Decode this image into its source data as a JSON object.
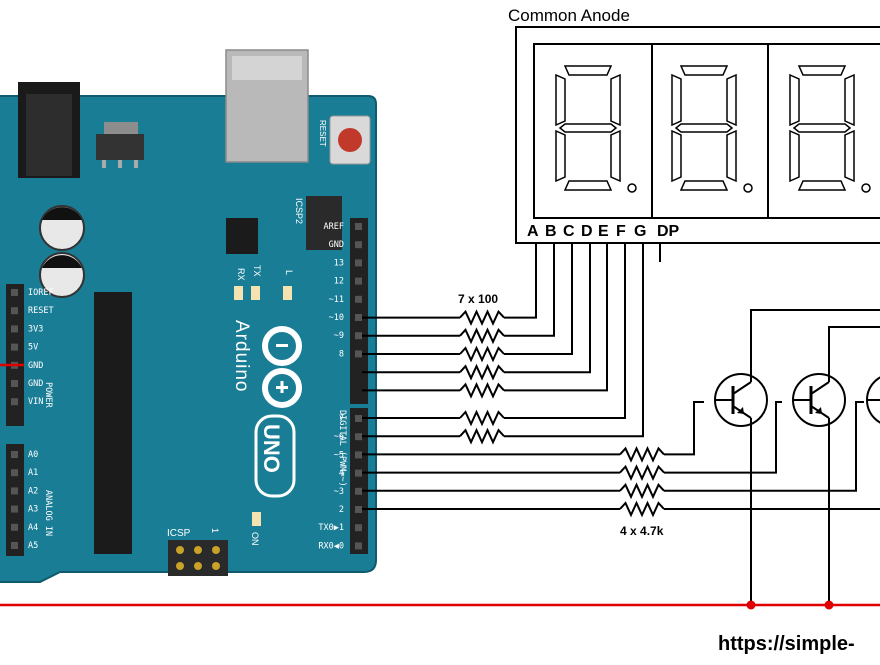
{
  "display": {
    "title": "Common Anode",
    "pin_labels": [
      "A",
      "B",
      "C",
      "D",
      "E",
      "F",
      "G",
      "DP"
    ]
  },
  "resistors": {
    "segment_label": "7 x 100",
    "base_label": "4 x 4.7k"
  },
  "footer": {
    "url": "https://simple-"
  },
  "arduino": {
    "reset_label": "RESET",
    "icsp2_label": "ICSP2",
    "icsp_label": "ICSP",
    "icsp_pin1": "1",
    "rx_label": "RX",
    "tx_label": "TX",
    "l_label": "L",
    "on_label": "ON",
    "brand": "Arduino",
    "model": "UNO",
    "digital_label": "DIGITAL (PWM=~)",
    "power_label": "POWER",
    "analog_label": "ANALOG IN",
    "power_pins": [
      "IOREF",
      "RESET",
      "3V3",
      "5V",
      "GND",
      "GND",
      "VIN"
    ],
    "analog_pins": [
      "A0",
      "A1",
      "A2",
      "A3",
      "A4",
      "A5"
    ],
    "digital_pins_top": [
      "AREF",
      "GND",
      "13",
      "12",
      "~11",
      "~10",
      "~9",
      "8"
    ],
    "digital_pins_bottom": [
      "7",
      "~6",
      "~5",
      "4",
      "~3",
      "2",
      "TX0▶1",
      "RX0◀0"
    ]
  },
  "colors": {
    "board": "#1a7d96",
    "board_dark": "#0f5a6e",
    "wire": "#000000",
    "power_rail": "#e00000",
    "header": "#222222"
  }
}
